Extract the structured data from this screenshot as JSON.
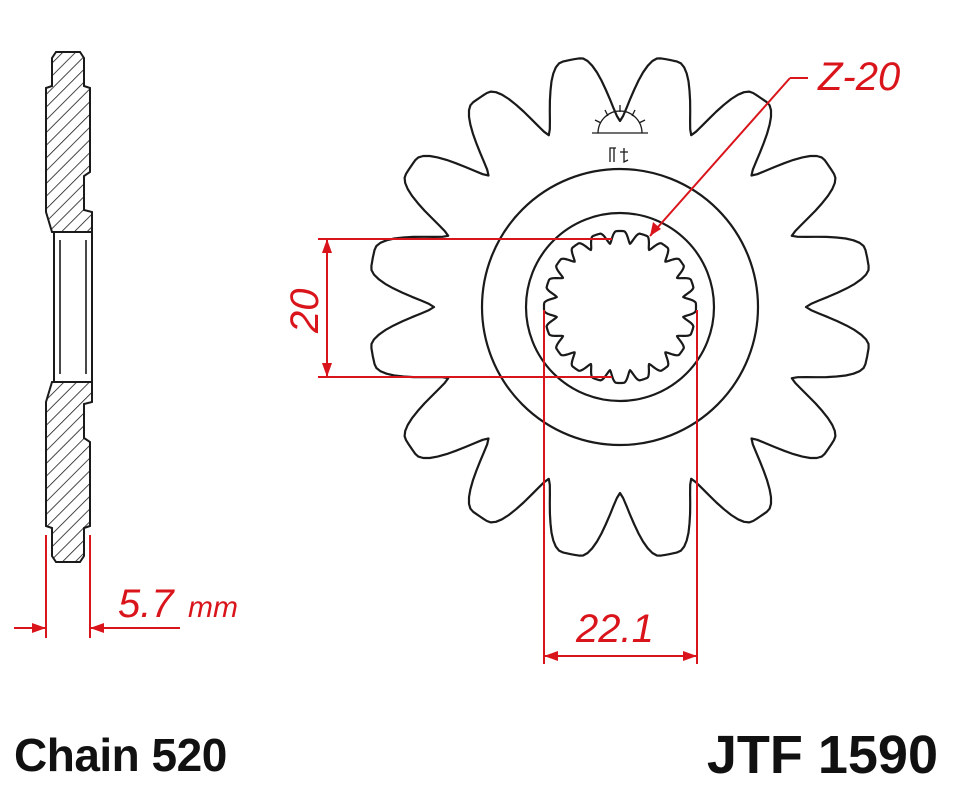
{
  "drawing": {
    "teeth_label": "Z-20",
    "bore_dimension": "20",
    "spline_dimension": "22.1",
    "thickness_value": "5.7",
    "thickness_unit": "mm",
    "tooth_count": 16,
    "spline_count": 20,
    "colors": {
      "outline": "#1a1a1a",
      "dimension": "#d9141b",
      "background": "#ffffff"
    }
  },
  "labels": {
    "chain": "Chain 520",
    "part_number": "JTF 1590"
  }
}
